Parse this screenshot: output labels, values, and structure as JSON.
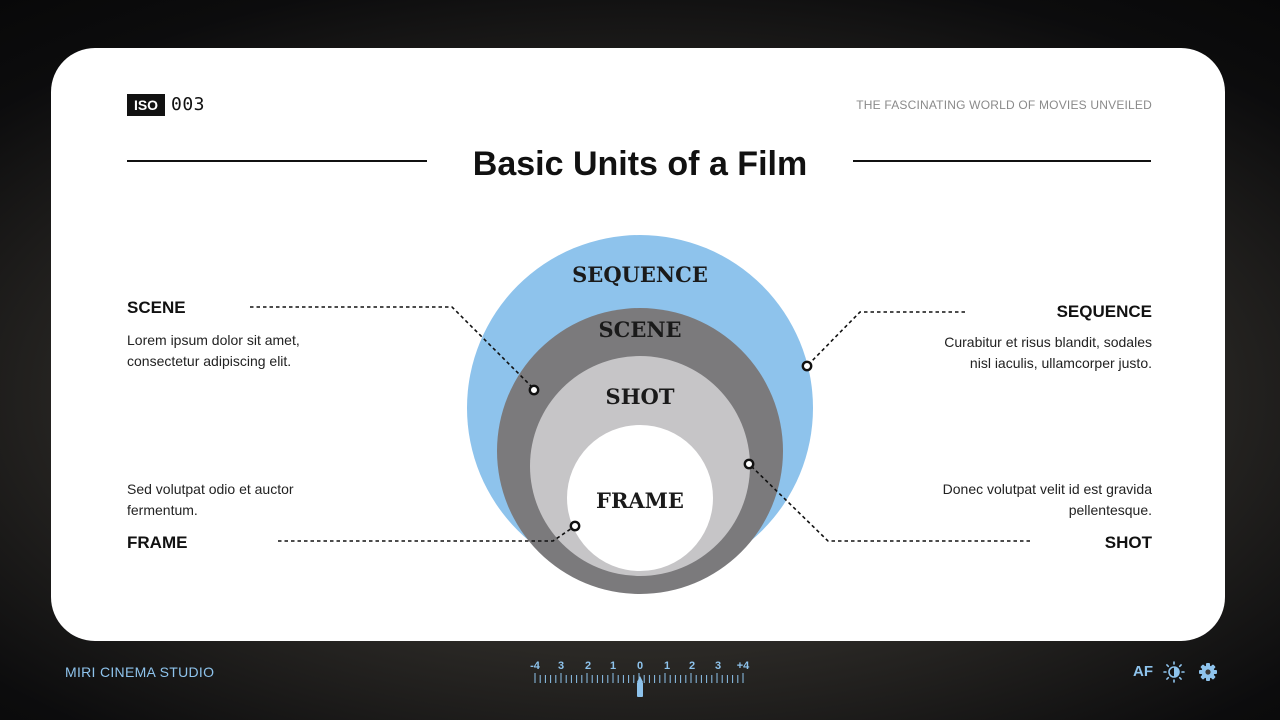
{
  "header": {
    "iso_label": "ISO",
    "iso_number": "003",
    "tagline": "THE FASCINATING WORLD OF MOVIES UNVEILED"
  },
  "title": "Basic Units of a Film",
  "diagram": {
    "rings": [
      {
        "label": "SEQUENCE",
        "color": "#8ec3ec"
      },
      {
        "label": "SCENE",
        "color": "#7b7a7c"
      },
      {
        "label": "SHOT",
        "color": "#c6c5c7"
      },
      {
        "label": "FRAME",
        "color": "#ffffff"
      }
    ]
  },
  "callouts": {
    "scene": {
      "title": "SCENE",
      "text_line1": "Lorem ipsum dolor sit amet,",
      "text_line2": "consectetur adipiscing elit."
    },
    "sequence": {
      "title": "SEQUENCE",
      "text_line1": "Curabitur et risus blandit, sodales",
      "text_line2": "nisl iaculis, ullamcorper justo."
    },
    "frame": {
      "title": "FRAME",
      "text_line1": "Sed volutpat odio et auctor",
      "text_line2": "fermentum."
    },
    "shot": {
      "title": "SHOT",
      "text_line1": "Donec volutpat velit id est gravida",
      "text_line2": "pellentesque."
    }
  },
  "footer": {
    "studio": "MIRI CINEMA STUDIO",
    "exposure_labels": [
      "-4",
      "3",
      "2",
      "1",
      "0",
      "1",
      "2",
      "3",
      "+4"
    ],
    "af_label": "AF"
  },
  "colors": {
    "accent": "#8ec3ec",
    "text": "#111111",
    "card": "#ffffff"
  }
}
